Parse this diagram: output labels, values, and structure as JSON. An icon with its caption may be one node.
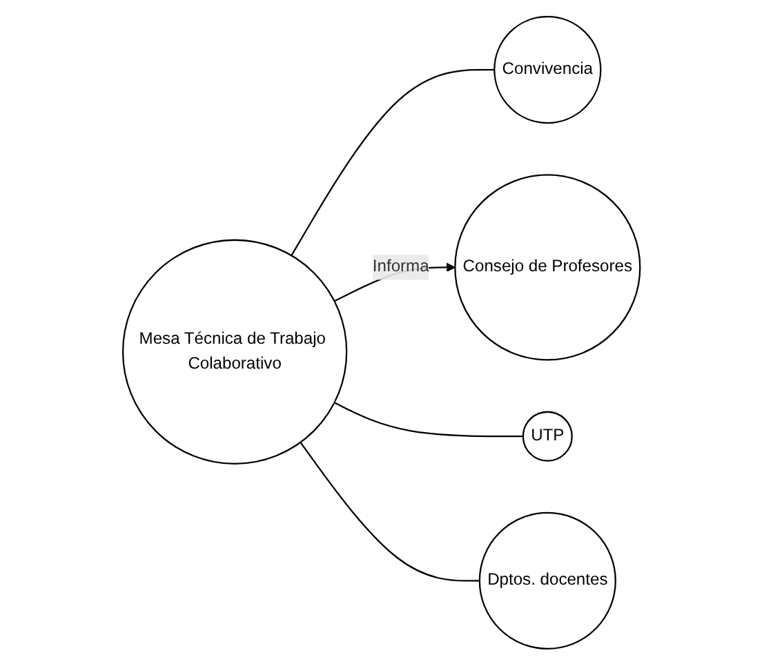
{
  "diagram": {
    "nodes": [
      {
        "text": [
          "Convivencia"
        ]
      },
      {
        "text": [
          "Consejo de Profesores"
        ]
      },
      {
        "text": [
          "Mesa Técnica de Trabajo Colaborativo"
        ]
      },
      {
        "text": [
          "UTP"
        ]
      },
      {
        "text": [
          "Dptos. docentes"
        ]
      }
    ],
    "edges": [
      {
        "from": 2,
        "to": 0,
        "arrow": "none"
      },
      {
        "from": 2,
        "to": 1,
        "arrow": "to",
        "label": "Informa"
      },
      {
        "from": 2,
        "to": 3,
        "arrow": "none"
      },
      {
        "from": 2,
        "to": 4,
        "arrow": "none"
      }
    ]
  }
}
